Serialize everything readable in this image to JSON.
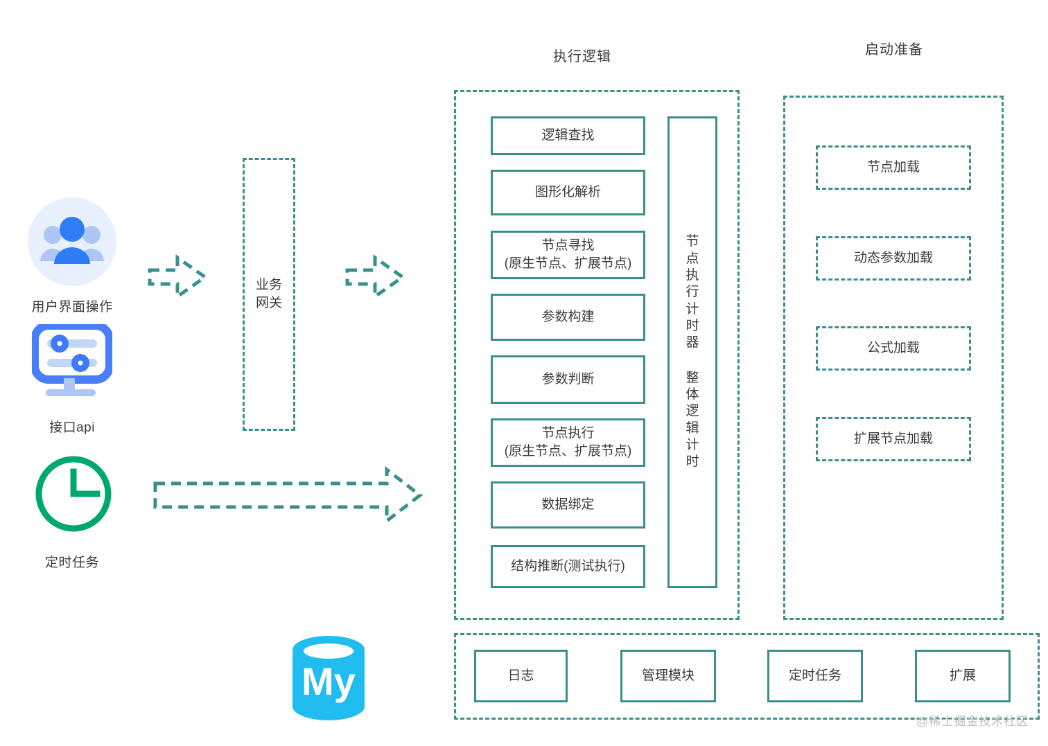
{
  "diagram": {
    "title_exec": "执行逻辑",
    "title_prep": "启动准备",
    "watermark": "@稀土掘金技术社区"
  },
  "sources": [
    {
      "label": "用户界面操作",
      "icon": "users-icon"
    },
    {
      "label": "接口api",
      "icon": "api-monitor-icon"
    },
    {
      "label": "定时任务",
      "icon": "clock-icon"
    }
  ],
  "gateway": {
    "label": "业务\n网关"
  },
  "database": {
    "label": "My",
    "icon": "mysql-database-icon"
  },
  "exec_logic": {
    "steps": [
      {
        "label": "逻辑查找"
      },
      {
        "label": "图形化解析"
      },
      {
        "label": "节点寻找\n(原生节点、扩展节点)"
      },
      {
        "label": "参数构建"
      },
      {
        "label": "参数判断"
      },
      {
        "label": "节点执行\n(原生节点、扩展节点)"
      },
      {
        "label": "数据绑定"
      },
      {
        "label": "结构推断(测试执行)"
      }
    ],
    "timer": {
      "top": "节点\n执行\n计时\n器",
      "bottom": "整体\n逻辑\n计时"
    }
  },
  "startup_prep": {
    "items": [
      {
        "label": "节点加载"
      },
      {
        "label": "动态参数加载"
      },
      {
        "label": "公式加载"
      },
      {
        "label": "扩展节点加载"
      }
    ]
  },
  "support_modules": [
    {
      "label": "日志"
    },
    {
      "label": "管理模块"
    },
    {
      "label": "定时任务"
    },
    {
      "label": "扩展"
    }
  ],
  "colors": {
    "teal": "#3a8f8c",
    "blue": "#2f7df6",
    "blue_light": "#aec6f5",
    "blue_bg": "#e9f0fd",
    "green": "#00a870",
    "cyan": "#22bdf0",
    "text": "#3c3c3c",
    "watermark": "#b9bcc2"
  }
}
